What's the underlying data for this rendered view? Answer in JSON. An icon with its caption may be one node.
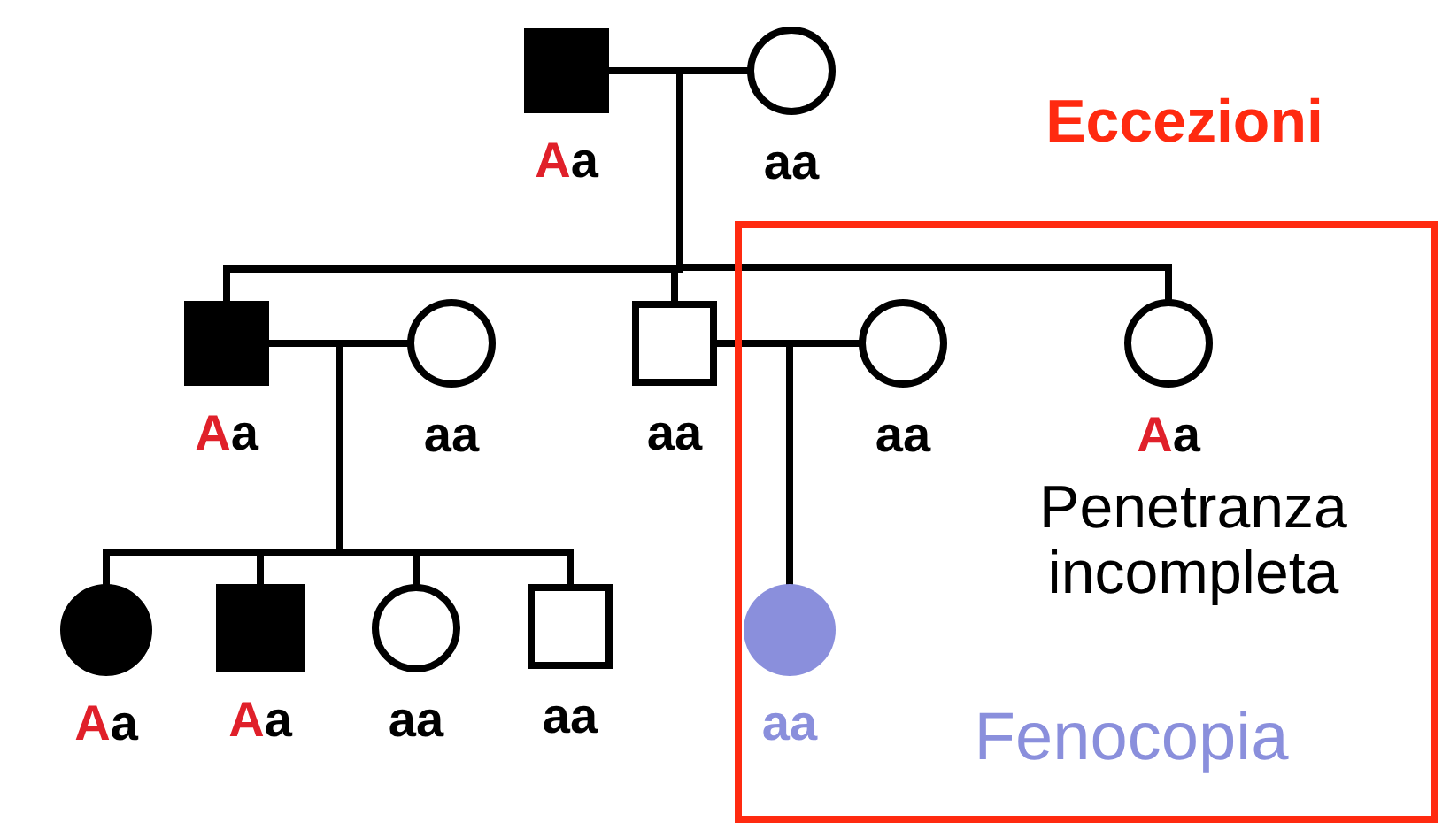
{
  "diagram": {
    "nodes": [
      {
        "text": [],
        "shape": "box",
        "beside": [
          "Aa"
        ]
      },
      {
        "text": [],
        "shape": "circle",
        "beside": [
          "aa"
        ]
      },
      {
        "text": [
          "Eccezioni",
          "Penetranza incompleta",
          "Fenocopia"
        ]
      },
      {
        "text": [],
        "shape": "box",
        "beside": [
          "Aa"
        ]
      },
      {
        "text": [],
        "shape": "circle",
        "beside": [
          "aa"
        ]
      },
      {
        "text": [],
        "shape": "box",
        "beside": [
          "aa"
        ]
      },
      {
        "text": [],
        "shape": "circle",
        "beside": [
          "aa"
        ],
        "in": 2
      },
      {
        "text": [],
        "shape": "circle",
        "beside": [
          "Aa"
        ],
        "in": 2
      },
      {
        "text": [],
        "shape": "circle",
        "beside": [
          "Aa"
        ]
      },
      {
        "text": [],
        "shape": "box",
        "beside": [
          "Aa"
        ]
      },
      {
        "text": [],
        "shape": "circle",
        "beside": [
          "aa"
        ]
      },
      {
        "text": [],
        "shape": "box",
        "beside": [
          "aa"
        ]
      },
      {
        "text": [],
        "shape": "circle",
        "beside": [
          "aa"
        ],
        "in": 2
      }
    ],
    "edges": [
      {
        "from": 0,
        "to": 1,
        "arrow": "none"
      },
      {
        "from": 0,
        "to": 3,
        "arrow": "none"
      },
      {
        "from": 1,
        "to": 3,
        "arrow": "none"
      },
      {
        "from": 0,
        "to": 5,
        "arrow": "none"
      },
      {
        "from": 1,
        "to": 5,
        "arrow": "none"
      },
      {
        "from": 0,
        "to": 7,
        "arrow": "none"
      },
      {
        "from": 1,
        "to": 7,
        "arrow": "none"
      },
      {
        "from": 3,
        "to": 4,
        "arrow": "none"
      },
      {
        "from": 3,
        "to": 8,
        "arrow": "none"
      },
      {
        "from": 4,
        "to": 8,
        "arrow": "none"
      },
      {
        "from": 3,
        "to": 9,
        "arrow": "none"
      },
      {
        "from": 4,
        "to": 9,
        "arrow": "none"
      },
      {
        "from": 3,
        "to": 10,
        "arrow": "none"
      },
      {
        "from": 4,
        "to": 10,
        "arrow": "none"
      },
      {
        "from": 3,
        "to": 11,
        "arrow": "none"
      },
      {
        "from": 4,
        "to": 11,
        "arrow": "none"
      },
      {
        "from": 5,
        "to": 6,
        "arrow": "none"
      },
      {
        "from": 5,
        "to": 12,
        "arrow": "none"
      },
      {
        "from": 6,
        "to": 12,
        "arrow": "none"
      }
    ]
  }
}
